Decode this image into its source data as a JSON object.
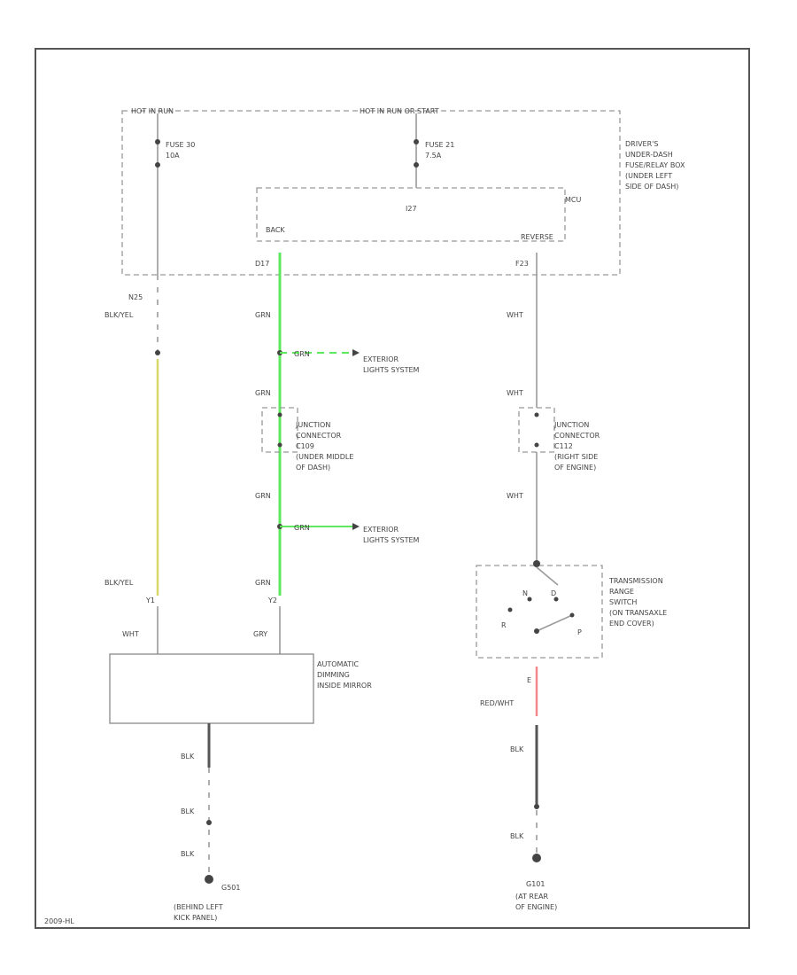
{
  "fuse_box": {
    "hot_at_all_times": "HOT IN RUN",
    "hot_in_run_start": "HOT IN RUN OR START",
    "fuse_a": "FUSE 30",
    "fuse_a_rating": "10A",
    "fuse_b": "FUSE 21",
    "fuse_b_rating": "7.5A",
    "location": [
      "DRIVER'S",
      "UNDER-DASH",
      "FUSE/RELAY BOX",
      "(UNDER LEFT",
      "SIDE OF DASH)"
    ]
  },
  "mcu": {
    "label": "MCU",
    "connector": "I27",
    "back_pin": "BACK",
    "rev_pin": "REVERSE",
    "back_term": "D17",
    "rev_term": "F23"
  },
  "left_circuit": {
    "connector": "N25",
    "wire_color_top": "BLK/YEL",
    "wire_color_bottom": "BLK/YEL",
    "mirror_pin": "WHT",
    "term": "Y1"
  },
  "middle_circuit": {
    "wire_colors": [
      "GRN",
      "GRN",
      "GRN",
      "GRN"
    ],
    "branch_color_1": "GRN",
    "branch_dest_1": [
      "EXTERIOR",
      "LIGHTS SYSTEM"
    ],
    "branch_color_2": "GRN",
    "branch_dest_2": [
      "EXTERIOR",
      "LIGHTS SYSTEM"
    ],
    "junction": [
      "JUNCTION",
      "CONNECTOR",
      "C109",
      "(UNDER MIDDLE",
      "OF DASH)"
    ],
    "mirror_pin": "GRY",
    "term": "Y2"
  },
  "right_circuit": {
    "wire_colors": [
      "WHT",
      "WHT",
      "WHT"
    ],
    "junction": [
      "JUNCTION",
      "CONNECTOR",
      "C112",
      "(RIGHT SIDE",
      "OF ENGINE)"
    ],
    "switch_label": [
      "TRANSMISSION",
      "RANGE",
      "SWITCH",
      "(ON TRANSAXLE",
      "END COVER)"
    ],
    "switch_positions": [
      "R",
      "N",
      "D",
      "P"
    ],
    "switch_term": "E",
    "red_wire": "RED/WHT",
    "blk_top": "BLK",
    "blk_bottom": "BLK",
    "ground": "G101",
    "ground_loc": [
      "(AT REAR",
      "OF ENGINE)"
    ]
  },
  "mirror": {
    "label": [
      "AUTOMATIC",
      "DIMMING",
      "INSIDE MIRROR"
    ],
    "ground_wire": [
      "BLK",
      "BLK",
      "BLK"
    ],
    "ground": "G501",
    "ground_loc": [
      "(BEHIND LEFT",
      "KICK PANEL)"
    ]
  },
  "footer_code": "2009-HL"
}
